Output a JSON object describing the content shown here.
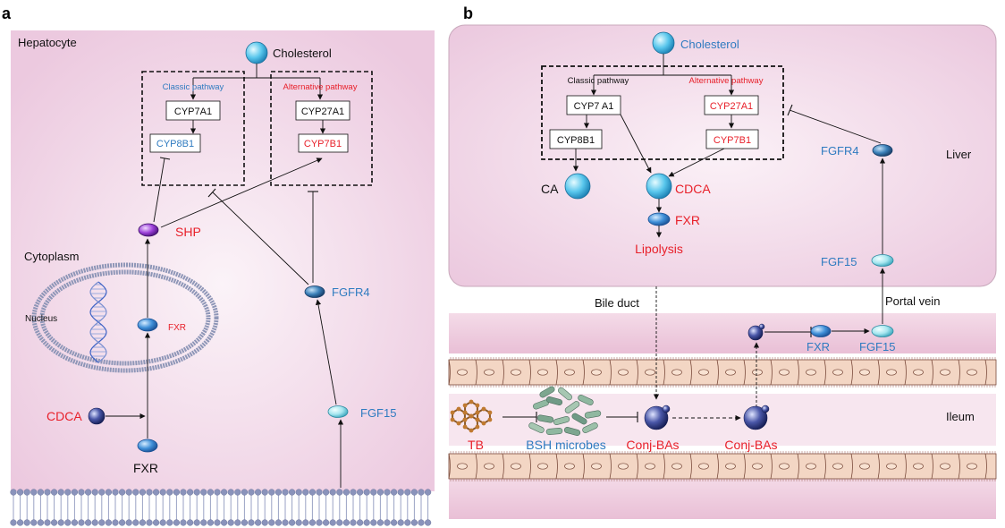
{
  "panel_a": {
    "letter": "a",
    "cell_label": "Hepatocyte",
    "cytoplasm_label": "Cytoplasm",
    "nucleus_label": "Nucleus",
    "cholesterol": "Cholesterol",
    "classic_pathway": "Classic pathway",
    "alternative_pathway": "Alternative pathway",
    "cyp7a1": "CYP7A1",
    "cyp8b1": "CYP8B1",
    "cyp27a1": "CYP27A1",
    "cyp7b1": "CYP7B1",
    "shp": "SHP",
    "fxr_nuclear": "FXR",
    "fxr": "FXR",
    "cdca": "CDCA",
    "fgfr4": "FGFR4",
    "fgf15": "FGF15"
  },
  "panel_b": {
    "letter": "b",
    "cholesterol": "Cholesterol",
    "classic_pathway": "Classic pathway",
    "alternative_pathway": "Alternative pathway",
    "cyp7a1": "CYP7 A1",
    "cyp8b1": "CYP8B1",
    "cyp27a1": "CYP27A1",
    "cyp7b1": "CYP7B1",
    "ca": "CA",
    "cdca": "CDCA",
    "fxr_liver": "FXR",
    "lipolysis": "Lipolysis",
    "fgfr4": "FGFR4",
    "fgf15_liver": "FGF15",
    "liver_label": "Liver",
    "bile_duct": "Bile duct",
    "portal_vein": "Portal vein",
    "fxr_ileum": "FXR",
    "fgf15_ileum": "FGF15",
    "tb": "TB",
    "bsh_microbes": "BSH microbes",
    "conj_bas_1": "Conj-BAs",
    "conj_bas_2": "Conj-BAs",
    "ileum_label": "Ileum"
  },
  "colors": {
    "red": "#e8202a",
    "blue": "#2f7bc0",
    "cell_fill": "#f2d9ea",
    "lumen_fill": "#f6e0ec"
  }
}
